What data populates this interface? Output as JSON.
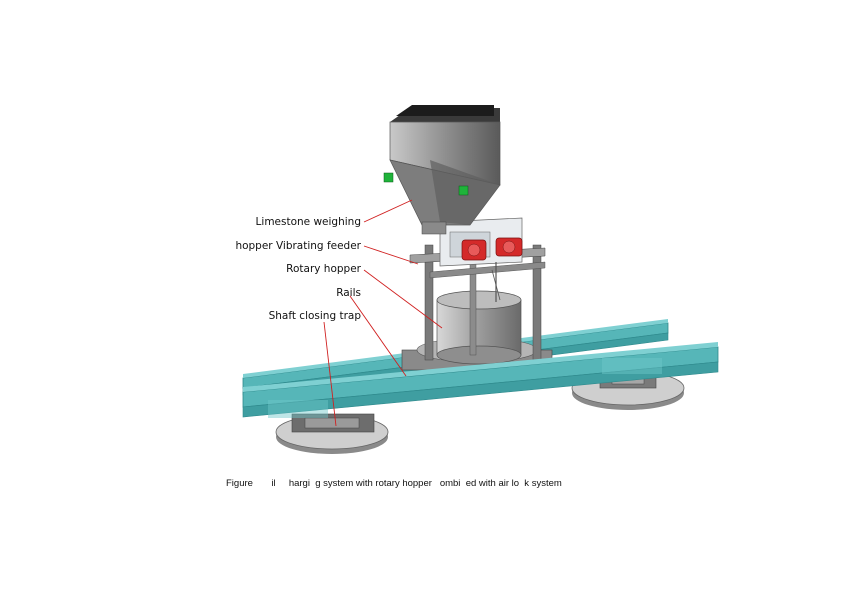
{
  "labels": {
    "limestone_weighing": "Limestone weighing",
    "hopper_vibrating_feeder": "hopper Vibrating feeder",
    "rotary_hopper": "Rotary hopper",
    "rails": "Rails",
    "shaft_closing_trap": "Shaft closing trap"
  },
  "caption": "Figure       il     hargi  g system with rotary hopper   ombi  ed with air lo  k system",
  "colors": {
    "rail": "#56b6b8",
    "rail_dark": "#2f8a8d",
    "steel": "#9a9a9a",
    "steel_dark": "#5f5f5f",
    "hopper_top": "#1c1c1c",
    "motor": "#d42a2a",
    "sensor": "#1fb33a",
    "leader": "#d02020"
  }
}
